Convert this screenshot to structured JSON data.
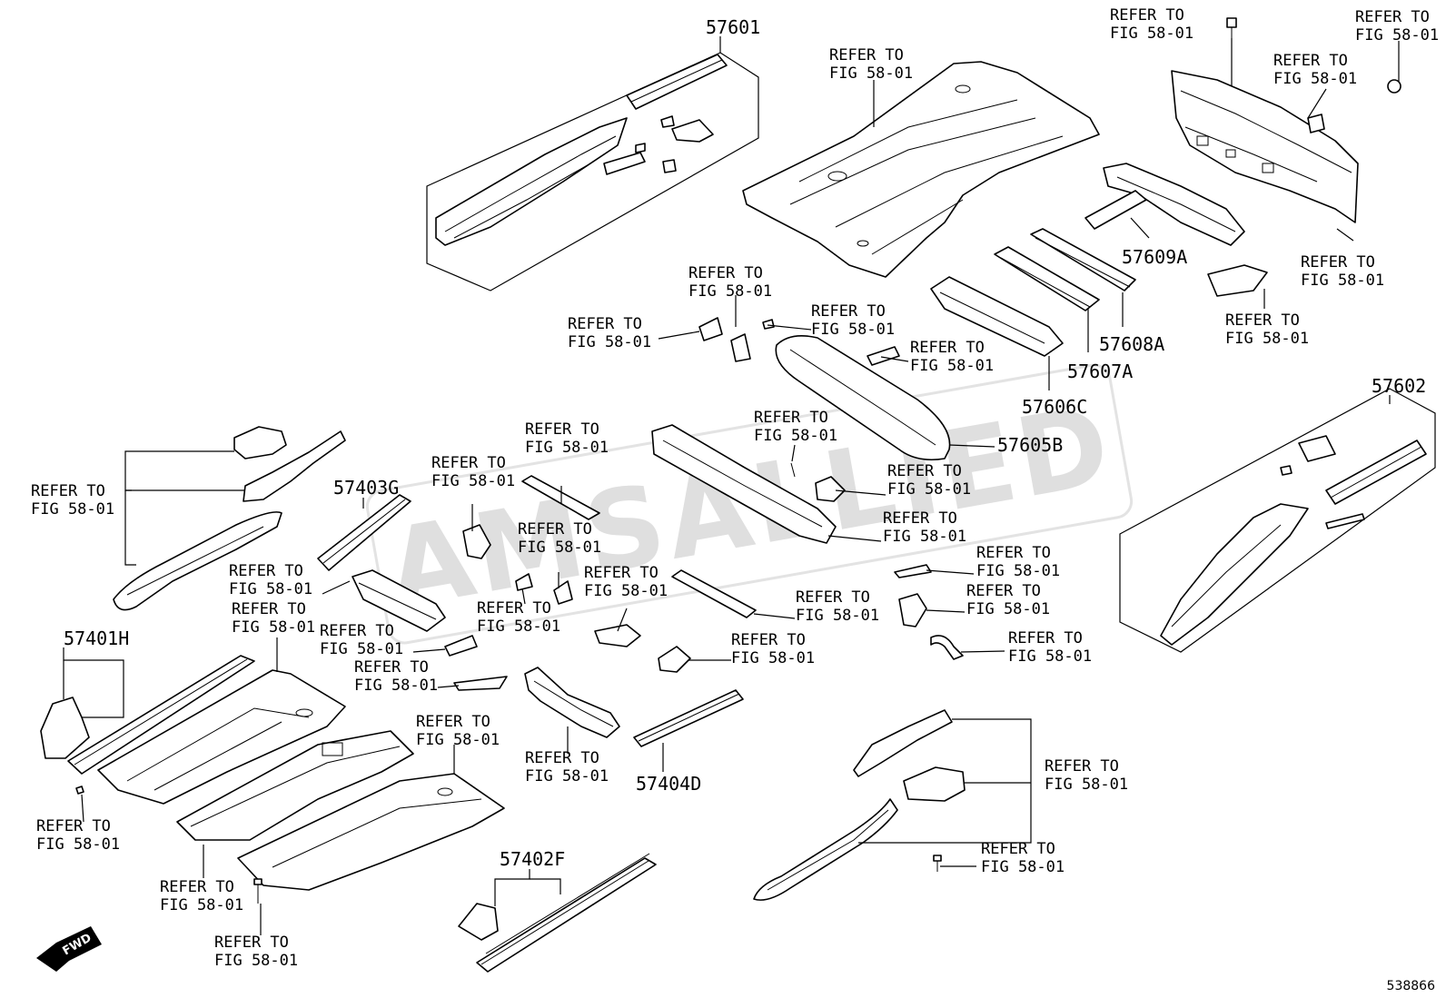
{
  "watermark": "AMSALLIED",
  "document_number": "538866",
  "fwd_label": "FWD",
  "part_codes": [
    "57601",
    "57602",
    "57609A",
    "57608A",
    "57607A",
    "57606C",
    "57605B",
    "57403G",
    "57401H",
    "57404D",
    "57402F"
  ],
  "reference": {
    "line1": "REFER TO",
    "line2": "FIG 58-01"
  }
}
